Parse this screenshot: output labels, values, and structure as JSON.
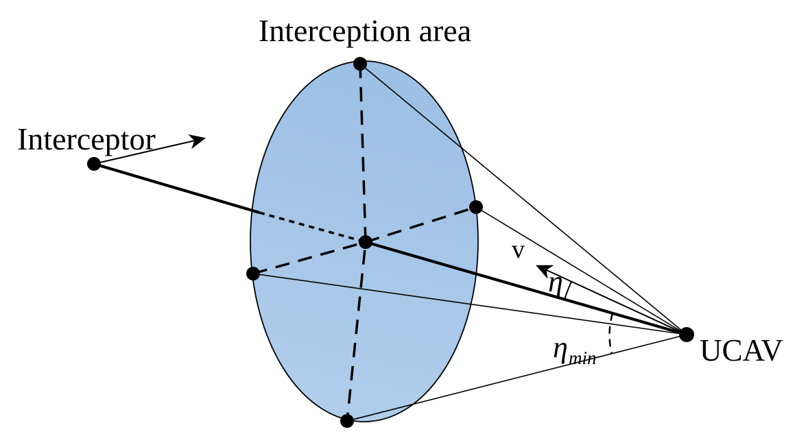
{
  "figure": {
    "title": "Interception area",
    "labels": {
      "interceptor": "Interceptor",
      "ucav": "UCAV",
      "velocity": "v",
      "eta": "η",
      "eta_min_base": "η",
      "eta_min_sub": "min"
    },
    "colors": {
      "ellipse_fill_top": "#9dc0e5",
      "ellipse_fill_bottom": "#b2ceec",
      "stroke": "#000000",
      "background": "#ffffff"
    }
  }
}
